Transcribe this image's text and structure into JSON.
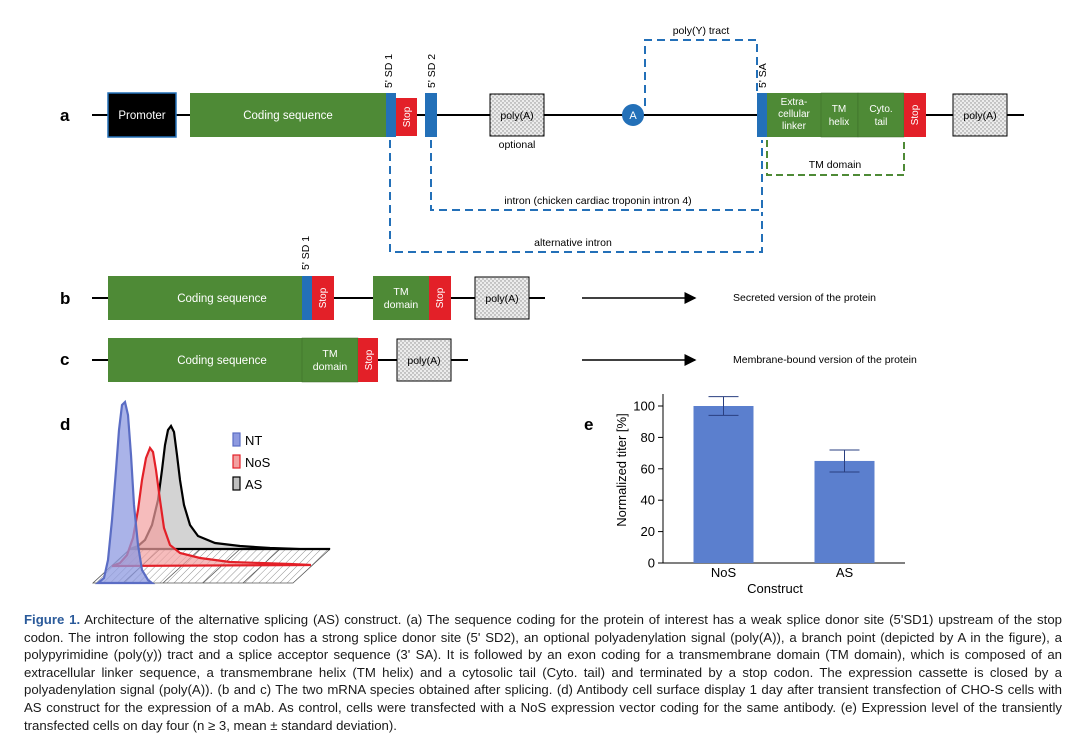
{
  "panels": {
    "a": "a",
    "b": "b",
    "c": "c",
    "d": "d",
    "e": "e"
  },
  "construct_a": {
    "promoter": "Promoter",
    "coding_sequence": "Coding sequence",
    "stop": "Stop",
    "sd1": "5' SD 1",
    "sd2": "5' SD 2",
    "polya": "poly(A)",
    "optional": "optional",
    "branch": "A",
    "polyY": "poly(Y) tract",
    "sa": "5' SA",
    "extracellular_linker": [
      "Extra-",
      "cellular",
      "linker"
    ],
    "tm_helix": [
      "TM",
      "helix"
    ],
    "cyto_tail": [
      "Cyto.",
      "tail"
    ],
    "tm_domain": "TM domain",
    "intron": "intron (chicken cardiac troponin intron 4)",
    "alt_intron": "alternative intron"
  },
  "construct_b": {
    "coding_sequence": "Coding sequence",
    "sd1": "5' SD 1",
    "stop": "Stop",
    "tm_domain": [
      "TM",
      "domain"
    ],
    "polya": "poly(A)",
    "result": "Secreted version of the protein"
  },
  "construct_c": {
    "coding_sequence": "Coding sequence",
    "tm_domain": [
      "TM",
      "domain"
    ],
    "stop": "Stop",
    "polya": "poly(A)",
    "result": "Membrane-bound version of the protein"
  },
  "colors": {
    "coding": "#4e8a36",
    "stop": "#e32028",
    "splice_site": "#2370b8",
    "promoter": "#000000",
    "nt": "#5b6dc4",
    "nos": "#e32028",
    "as": "#000000",
    "bar": "#5b7fce"
  },
  "histogram": {
    "legend": [
      {
        "name": "NT",
        "color": "#5b6dc4"
      },
      {
        "name": "NoS",
        "color": "#e32028"
      },
      {
        "name": "AS",
        "color": "#000000"
      }
    ]
  },
  "chart_data": {
    "type": "bar",
    "categories": [
      "NoS",
      "AS"
    ],
    "values": [
      100,
      65
    ],
    "errors": [
      6,
      7
    ],
    "xlabel": "Construct",
    "ylabel": "Normalized titer [%]",
    "ylim": [
      0,
      100
    ],
    "yticks": [
      0,
      20,
      40,
      60,
      80,
      100
    ],
    "grid": false
  },
  "caption": {
    "label": "Figure 1.",
    "text": " Architecture of the alternative splicing (AS) construct. (a) The sequence coding for the protein of interest has a weak splice donor site (5'SD1) upstream of the stop codon. The intron following the stop codon has a strong splice donor site (5' SD2), an optional polyadenylation signal (poly(A)), a branch point (depicted by A in the figure), a polypyrimidine (poly(y)) tract and a splice acceptor sequence (3' SA). It is followed by an exon coding for a transmembrane domain (TM domain), which is composed of an extracellular linker sequence, a transmembrane helix (TM helix) and a cytosolic tail (Cyto. tail) and terminated by a stop codon. The expression cassette is closed by a polyadenylation signal (poly(A)). (b and c) The two mRNA species obtained after splicing. (d) Antibody cell surface display 1 day after transient transfection of CHO-S cells with AS construct for the expression of a mAb. As control, cells were transfected with a NoS expression vector coding for the same antibody. (e) Expression level of the transiently transfected cells on day four (n ≥ 3, mean ± standard deviation)."
  }
}
